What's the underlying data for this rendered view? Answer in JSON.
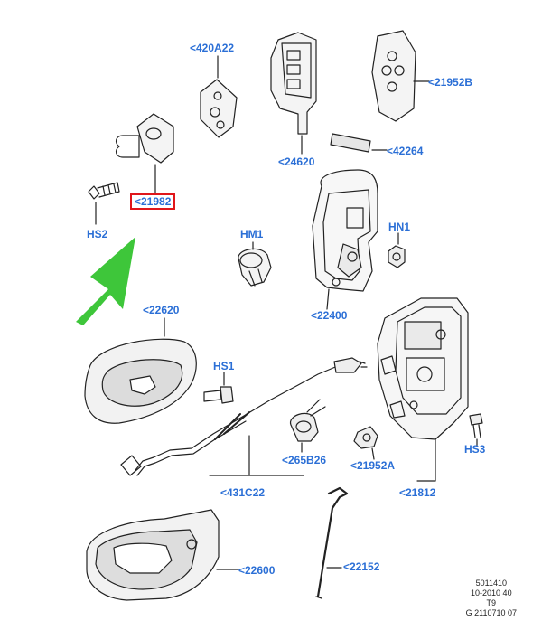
{
  "labels": {
    "p420a22": "<420A22",
    "p21952b": "<21952B",
    "p42264": "<42264",
    "p24620": "<24620",
    "p21982": "<21982",
    "hs2": "HS2",
    "hm1": "HM1",
    "hn1": "HN1",
    "p22400": "<22400",
    "p22620": "<22620",
    "hs1": "HS1",
    "p265b26": "<265B26",
    "p431c22": "<431C22",
    "p21952a": "<21952A",
    "p21812": "<21812",
    "hs3": "HS3",
    "p22600": "<22600",
    "p22152": "<22152"
  },
  "footer": {
    "line1": "5011410",
    "line2": "10-2010 40",
    "line3": "T9",
    "line4": "G 2110710 07"
  },
  "highlight": {
    "part": "<21982",
    "color": "#e0161b"
  },
  "arrow_color": "#3ec63a",
  "label_color": "#2b6fd6"
}
